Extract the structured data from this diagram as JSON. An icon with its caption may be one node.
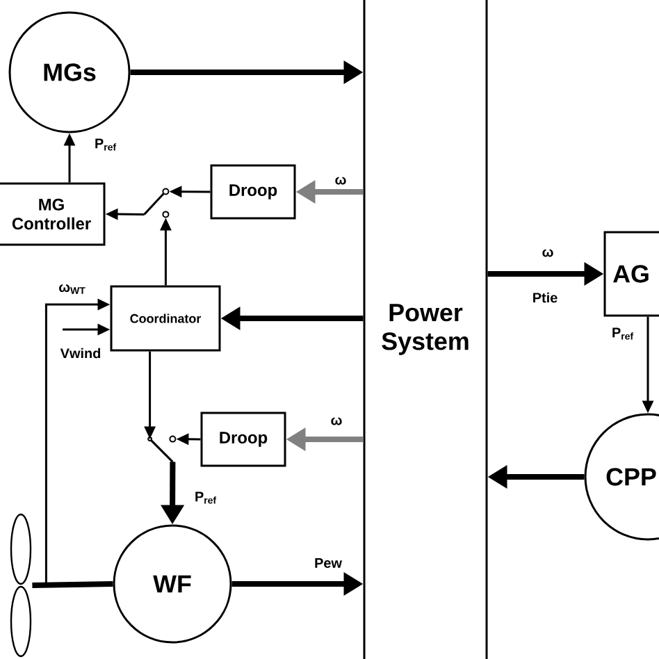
{
  "diagram": {
    "nodes": [
      {
        "text": [
          "MGs"
        ]
      },
      {
        "text": [
          "Power System"
        ]
      },
      {
        "text": [
          "MG Controller"
        ]
      },
      {
        "text": [],
        "shape": "switch"
      },
      {
        "text": [
          "Droop"
        ]
      },
      {
        "text": [
          "AG"
        ]
      },
      {
        "text": [
          "Coordinator"
        ]
      },
      {
        "text": [
          "CPP"
        ]
      },
      {
        "text": [],
        "shape": "switch"
      },
      {
        "text": [
          "Droop"
        ]
      },
      {
        "text": [],
        "shape": "picture"
      },
      {
        "text": [
          "WF"
        ]
      }
    ],
    "edges": [
      {
        "from": 0,
        "to": 1,
        "arrow": "to",
        "style": "thick"
      },
      {
        "from": 2,
        "to": 0,
        "arrow": "to",
        "label": "P$_{ref}$"
      },
      {
        "from": 3,
        "to": 2,
        "arrow": "to"
      },
      {
        "from": 4,
        "to": 3,
        "arrow": "to"
      },
      {
        "from": 1,
        "to": 4,
        "arrow": "to",
        "style": "thick",
        "color": "#808080",
        "label": "ω"
      },
      {
        "from": 6,
        "to": 3,
        "arrow": "to"
      },
      {
        "from": 1,
        "to": 6,
        "arrow": "to",
        "style": "thick"
      },
      {
        "from": 1,
        "to": 5,
        "arrow": "to",
        "style": "thick",
        "label": "ω"
      },
      {
        "from": 5,
        "to": 7,
        "arrow": "to",
        "label": "P$_{ref}$"
      },
      {
        "from": 10,
        "to": 6,
        "arrow": "to",
        "label": "ω$_{WT}$"
      },
      {
        "from": null,
        "to": 6,
        "arrow": "to",
        "label": "Vwind"
      },
      {
        "from": 6,
        "to": 8,
        "arrow": "to"
      },
      {
        "from": 9,
        "to": 8,
        "arrow": "to"
      },
      {
        "from": 1,
        "to": 9,
        "arrow": "to",
        "style": "thick",
        "color": "#808080",
        "label": "ω"
      },
      {
        "from": 8,
        "to": 11,
        "arrow": "to",
        "style": "thick",
        "label": "P$_{ref}$"
      },
      {
        "from": 10,
        "to": 11,
        "arrow": "none",
        "style": "thick"
      },
      {
        "from": 11,
        "to": 1,
        "arrow": "to",
        "style": "thick",
        "label": "Pew"
      },
      {
        "from": 7,
        "to": 1,
        "arrow": "to",
        "style": "thick"
      }
    ],
    "labels": [
      "Ptie"
    ]
  }
}
